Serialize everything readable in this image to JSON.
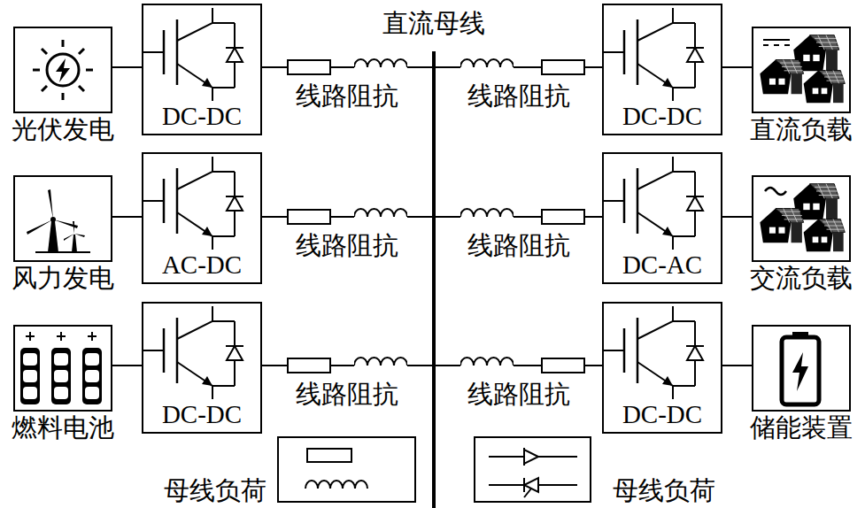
{
  "diagram": {
    "nodes": [
      {
        "text": [
          "光伏发电"
        ]
      },
      {
        "text": [
          "DC-DC"
        ]
      },
      {
        "text": [
          "直流母线"
        ]
      },
      {
        "text": [
          "DC-DC"
        ]
      },
      {
        "text": [
          "直流负载"
        ]
      },
      {
        "text": [
          "风力发电"
        ]
      },
      {
        "text": [
          "AC-DC"
        ]
      },
      {
        "text": [
          "DC-AC"
        ]
      },
      {
        "text": [
          "交流负载"
        ]
      },
      {
        "text": [
          "燃料电池"
        ]
      },
      {
        "text": [
          "DC-DC"
        ]
      },
      {
        "text": [
          "DC-DC"
        ]
      },
      {
        "text": [
          "储能装置"
        ]
      },
      {
        "text": [
          "母线负荷"
        ]
      },
      {
        "text": [
          "母线负荷"
        ]
      }
    ],
    "edges": [
      {
        "from": 0,
        "to": 1,
        "arrow": "none"
      },
      {
        "from": 1,
        "to": 2,
        "arrow": "none",
        "label": "线路阻抗"
      },
      {
        "from": 2,
        "to": 3,
        "arrow": "none",
        "label": "线路阻抗"
      },
      {
        "from": 3,
        "to": 4,
        "arrow": "none"
      },
      {
        "from": 5,
        "to": 6,
        "arrow": "none"
      },
      {
        "from": 6,
        "to": 2,
        "arrow": "none",
        "label": "线路阻抗"
      },
      {
        "from": 2,
        "to": 7,
        "arrow": "none",
        "label": "线路阻抗"
      },
      {
        "from": 7,
        "to": 8,
        "arrow": "none"
      },
      {
        "from": 9,
        "to": 10,
        "arrow": "none"
      },
      {
        "from": 10,
        "to": 2,
        "arrow": "none",
        "label": "线路阻抗"
      },
      {
        "from": 2,
        "to": 11,
        "arrow": "none",
        "label": "线路阻抗"
      },
      {
        "from": 11,
        "to": 12,
        "arrow": "none"
      }
    ]
  }
}
